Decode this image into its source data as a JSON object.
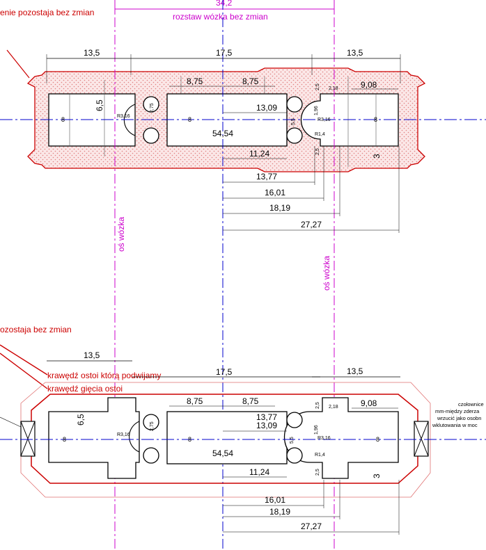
{
  "colors": {
    "outline": "#cc0000",
    "axis": "#cc00cc",
    "centerline": "#0000cc",
    "dimension": "#000000",
    "hatch": "#e88a8a",
    "thin_outline": "#e07070"
  },
  "top_view": {
    "red_note": "enie pozostaja bez zmian",
    "track_width_value": "34,2",
    "track_width_label": "rozstaw wózka bez zmian",
    "axle_left_label": "oś wózka",
    "axle_right_label": "oś wózka",
    "dims": {
      "left_width": "13,5",
      "mid_width": "17,5",
      "right_width": "13,5",
      "half_left": "8,75",
      "half_right": "8,75",
      "cutout_depth": "9,08",
      "d1309": "13,09",
      "height_left": "6,5",
      "hole_dia": "2,75",
      "radius_left": "R3,16",
      "hole_offset": "5,5",
      "d196": "1,96",
      "radius_right": "R3,16",
      "radius_small": "R1,4",
      "center": "54,54",
      "d1124": "11,24",
      "d25_top": "2,5",
      "d218": "2,18",
      "d25_bot": "2,5",
      "d3": "3",
      "d1377": "13,77",
      "d1601": "16,01",
      "d1819": "18,19",
      "d2727": "27,27"
    }
  },
  "bottom_view": {
    "red_note": "ozostaja bez zmian",
    "edge_doubled_label": "krawędź ostoi którą podwijamy",
    "edge_bend_label": "krawędź gięcia ostoi",
    "side_note_lines": [
      "czołownice",
      "mm-między zderza",
      "wrzucić jako osobn",
      "wklutowania w moc"
    ],
    "dims": {
      "left_width": "13,5",
      "mid_width": "17,5",
      "right_width": "13,5",
      "half_left": "8,75",
      "half_right": "8,75",
      "cutout_depth": "9,08",
      "d1377": "13,77",
      "d1309": "13,09",
      "height_left": "6,5",
      "hole_dia": "2,75",
      "radius_left": "R3,16",
      "hole_offset": "5,5",
      "d196": "1,96",
      "radius_right": "R3,16",
      "radius_small": "R1,4",
      "center": "54,54",
      "d1124": "11,24",
      "d25_top": "2,5",
      "d218": "2,18",
      "d25_bot": "2,5",
      "d3": "3",
      "d1601": "16,01",
      "d1819": "18,19",
      "d2727": "27,27"
    }
  }
}
